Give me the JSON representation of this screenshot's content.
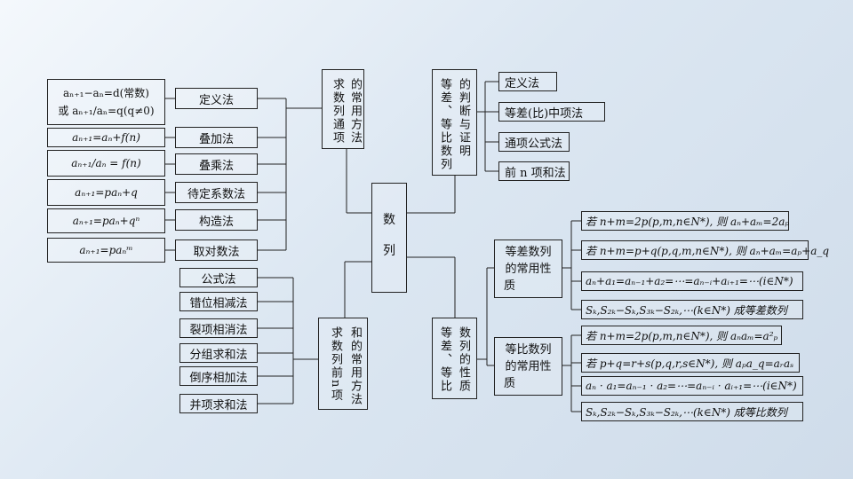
{
  "center": {
    "line1": "数",
    "line2": "列"
  },
  "top_left_node": {
    "col_right": "的常用方法",
    "col_left": "求数列通项"
  },
  "bottom_left_node": {
    "col_right": "和的常用方法",
    "col_left": "求数列前n项"
  },
  "top_right_node": {
    "col_right": "的判断与证明",
    "col_left": "等差、等比数列"
  },
  "bottom_right_node": {
    "col_right": "数列的性质",
    "col_left": "等差、等比"
  },
  "general_term_methods": [
    {
      "formula_1": "aₙ₊₁−aₙ=d(常数)",
      "formula_2": "或 aₙ₊₁/aₙ=q(q≠0)",
      "method": "定义法"
    },
    {
      "formula_1": "aₙ₊₁=aₙ+f(n)",
      "method": "叠加法"
    },
    {
      "formula_1": "aₙ₊₁/aₙ = f(n)",
      "method": "叠乘法"
    },
    {
      "formula_1": "aₙ₊₁=paₙ+q",
      "method": "待定系数法"
    },
    {
      "formula_1": "aₙ₊₁=paₙ+qⁿ",
      "method": "构造法"
    },
    {
      "formula_1": "aₙ₊₁=paₙᵐ",
      "method": "取对数法"
    }
  ],
  "sum_methods": [
    "公式法",
    "错位相减法",
    "裂项相消法",
    "分组求和法",
    "倒序相加法",
    "并项求和法"
  ],
  "proof_methods": [
    "定义法",
    "等差(比)中项法",
    "通项公式法",
    "前 n 项和法"
  ],
  "arithmetic_properties": {
    "label_1": "等差数列",
    "label_2": "的常用性",
    "label_3": "质",
    "items": [
      "若 n+m=2p(p,m,n∈N*), 则 aₙ+aₘ=2aₚ",
      "若 n+m=p+q(p,q,m,n∈N*), 则 aₙ+aₘ=aₚ+a_q",
      "aₙ+a₁=aₙ₋₁+a₂=⋯=aₙ₋ᵢ+aᵢ₊₁=⋯(i∈N*)",
      "Sₖ,S₂ₖ−Sₖ,S₃ₖ−S₂ₖ,⋯(k∈N*) 成等差数列"
    ]
  },
  "geometric_properties": {
    "label_1": "等比数列",
    "label_2": "的常用性",
    "label_3": "质",
    "items": [
      "若 n+m=2p(p,m,n∈N*), 则 aₙaₘ=a²ₚ",
      "若 p+q=r+s(p,q,r,s∈N*), 则 aₚa_q=aᵣaₛ",
      "aₙ · a₁=aₙ₋₁ · a₂=⋯=aₙ₋ᵢ · aᵢ₊₁=⋯(i∈N*)",
      "Sₖ,S₂ₖ−Sₖ,S₃ₖ−S₂ₖ,⋯(k∈N*) 成等比数列"
    ]
  }
}
